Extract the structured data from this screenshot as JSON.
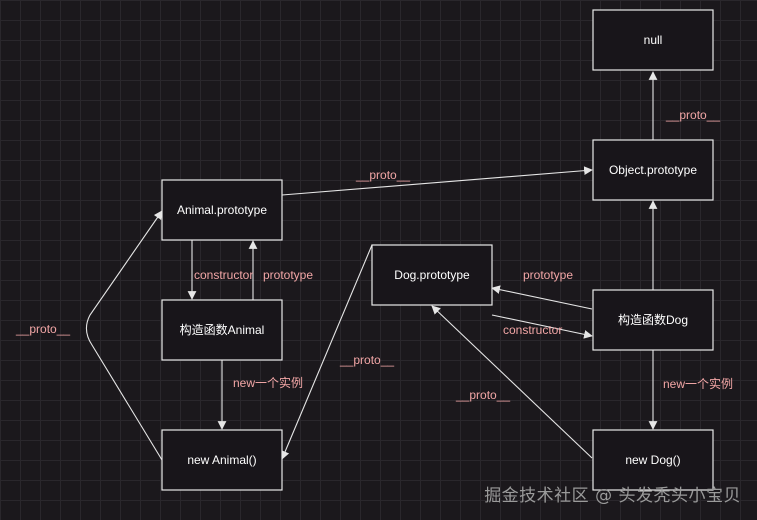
{
  "nodes": {
    "null": "null",
    "object_prototype": "Object.prototype",
    "animal_prototype": "Animal.prototype",
    "dog_prototype": "Dog.prototype",
    "animal_constructor": "构造函数Animal",
    "dog_constructor": "构造函数Dog",
    "new_animal": "new Animal()",
    "new_dog": "new Dog()"
  },
  "edges": {
    "object_proto_to_null": "__proto__",
    "animal_proto_to_object": "__proto__",
    "animal_prototype_to_ctor": "constructor",
    "animal_ctor_to_prototype": "prototype",
    "animal_ctor_new": "new一个实例",
    "animal_instance_proto": "__proto__",
    "dog_ctor_to_prototype": "prototype",
    "dog_prototype_to_ctor": "constructor",
    "dog_ctor_new": "new一个实例",
    "dog_prototype_to_new_animal": "__proto__",
    "dog_instance_proto": "__proto__"
  },
  "watermark": "掘金技术社区 @ 头发秃头小宝贝"
}
